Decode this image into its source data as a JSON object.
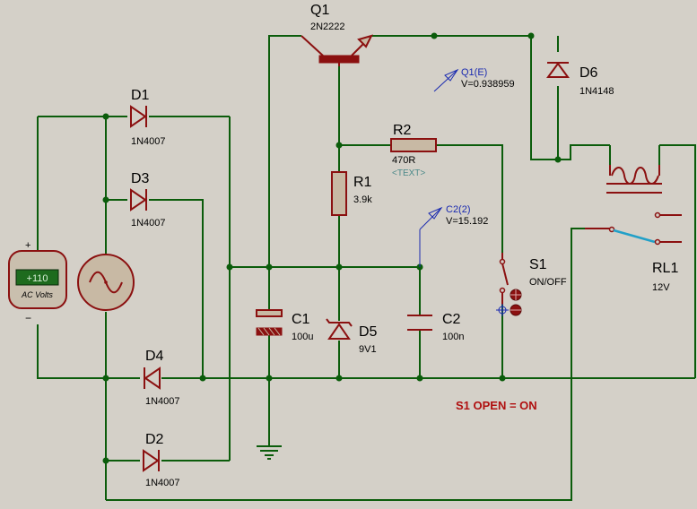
{
  "components": {
    "Q1": {
      "ref": "Q1",
      "value": "2N2222"
    },
    "D1": {
      "ref": "D1",
      "value": "1N4007"
    },
    "D2": {
      "ref": "D2",
      "value": "1N4007"
    },
    "D3": {
      "ref": "D3",
      "value": "1N4007"
    },
    "D4": {
      "ref": "D4",
      "value": "1N4007"
    },
    "D5": {
      "ref": "D5",
      "value": "9V1"
    },
    "D6": {
      "ref": "D6",
      "value": "1N4148"
    },
    "R1": {
      "ref": "R1",
      "value": "3.9k"
    },
    "R2": {
      "ref": "R2",
      "value": "470R",
      "text_placeholder": "<TEXT>"
    },
    "C1": {
      "ref": "C1",
      "value": "100u"
    },
    "C2": {
      "ref": "C2",
      "value": "100n"
    },
    "S1": {
      "ref": "S1",
      "value": "ON/OFF"
    },
    "RL1": {
      "ref": "RL1",
      "value": "12V"
    }
  },
  "voltmeter": {
    "reading": "+110",
    "label": "AC Volts",
    "plus": "+",
    "minus": "−"
  },
  "probes": {
    "q1e": {
      "name": "Q1(E)",
      "value": "V=0.938959"
    },
    "c2": {
      "name": "C2(2)",
      "value": "V=15.192"
    }
  },
  "note": "S1 OPEN = ON",
  "colors": {
    "wire": "#0b5c0b",
    "component": "#8b1010",
    "probe": "#1a2ab0",
    "note": "#b01010",
    "background": "#d4d0c8",
    "meter_display": "#1e6b1e",
    "relay_contact": "#22a0c8"
  }
}
